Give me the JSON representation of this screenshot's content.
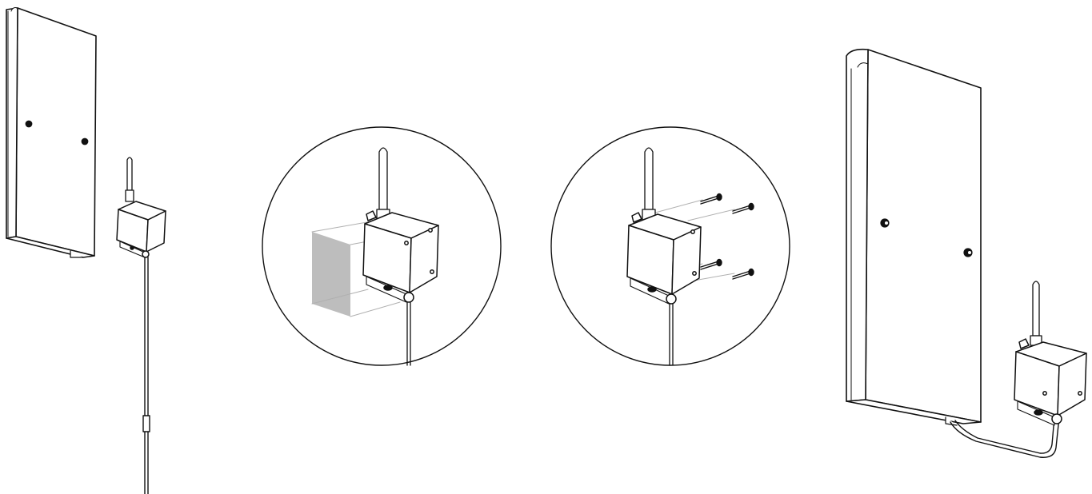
{
  "diagram": {
    "kind": "installation-steps",
    "steps": [
      {
        "id": "step-1",
        "depicts": [
          "panel",
          "sensor-box",
          "antenna",
          "cable"
        ]
      },
      {
        "id": "step-2",
        "depicts": [
          "detail-circle",
          "sensor-box",
          "antenna",
          "adhesive-pad",
          "cable"
        ]
      },
      {
        "id": "step-3",
        "depicts": [
          "detail-circle",
          "sensor-box",
          "antenna",
          "screws",
          "cable"
        ]
      },
      {
        "id": "step-4",
        "depicts": [
          "panel",
          "sensor-box",
          "antenna",
          "cable"
        ]
      }
    ],
    "colors": {
      "line": "#111111",
      "fill": "#ffffff",
      "pad": "#bdbdbd",
      "guide": "#b0b0b0"
    },
    "icons": [
      "panel",
      "sensor-box",
      "antenna",
      "cable",
      "adhesive-pad",
      "screw"
    ]
  }
}
